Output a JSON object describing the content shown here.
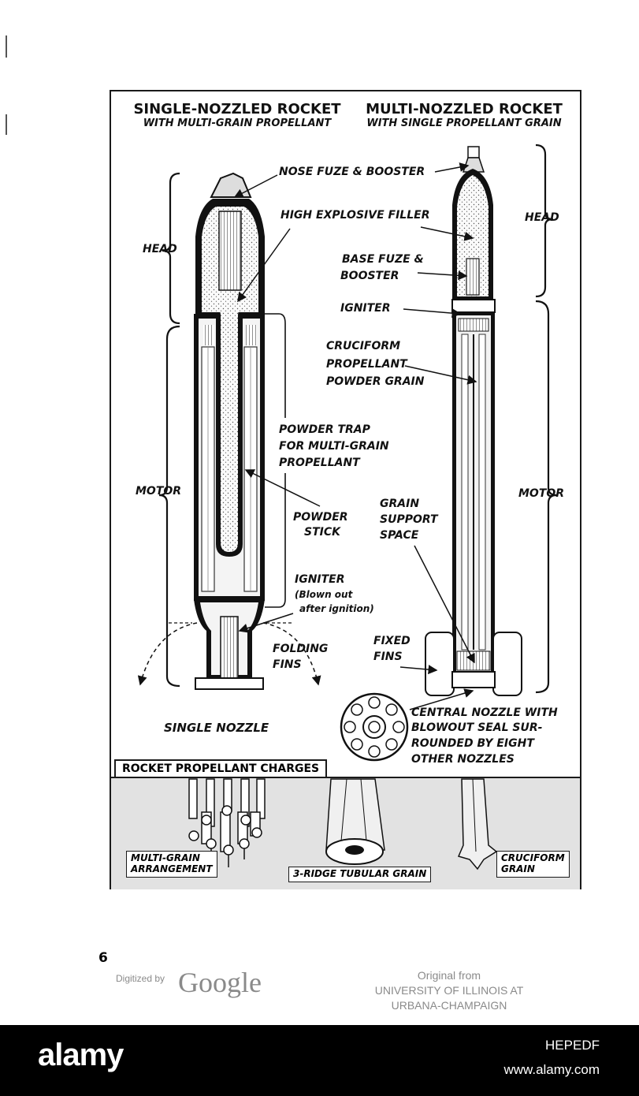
{
  "left_title": {
    "line1": "SINGLE-NOZZLED ROCKET",
    "line2": "WITH MULTI-GRAIN PROPELLANT"
  },
  "right_title": {
    "line1": "MULTI-NOZZLED ROCKET",
    "line2": "WITH SINGLE PROPELLANT GRAIN"
  },
  "labels": {
    "nose_fuze": "NOSE FUZE & BOOSTER",
    "he_filler": "HIGH EXPLOSIVE FILLER",
    "head_left": "HEAD",
    "head_right": "HEAD",
    "base_fuze_1": "BASE FUZE &",
    "base_fuze_2": "BOOSTER",
    "igniter_right": "IGNITER",
    "cruciform_1": "CRUCIFORM",
    "cruciform_2": "PROPELLANT",
    "cruciform_3": "POWDER GRAIN",
    "powder_trap_1": "POWDER TRAP",
    "powder_trap_2": "FOR MULTI-GRAIN",
    "powder_trap_3": "PROPELLANT",
    "motor_left": "MOTOR",
    "motor_right": "MOTOR",
    "powder_stick_1": "POWDER",
    "powder_stick_2": "STICK",
    "grain_support_1": "GRAIN",
    "grain_support_2": "SUPPORT",
    "grain_support_3": "SPACE",
    "igniter_left": "IGNITER",
    "igniter_left_note_1": "(Blown out",
    "igniter_left_note_2": "after ignition)",
    "fixed_fins_1": "FIXED",
    "fixed_fins_2": "FINS",
    "folding_fins_1": "FOLDING",
    "folding_fins_2": "FINS",
    "single_nozzle": "SINGLE NOZZLE",
    "central_nozzle_1": "CENTRAL NOZZLE WITH",
    "central_nozzle_2": "BLOWOUT SEAL SUR-",
    "central_nozzle_3": "ROUNDED BY EIGHT",
    "central_nozzle_4": "OTHER NOZZLES"
  },
  "charges": {
    "title": "ROCKET PROPELLANT CHARGES",
    "multi_grain_1": "MULTI-GRAIN",
    "multi_grain_2": "ARRANGEMENT",
    "tubular": "3-RIDGE TUBULAR GRAIN",
    "cruciform_1": "CRUCIFORM",
    "cruciform_2": "GRAIN"
  },
  "page_number": "6",
  "digitized_by": "Digitized by",
  "google": "Google",
  "original_from": [
    "Original from",
    "UNIVERSITY OF ILLINOIS AT",
    "URBANA-CHAMPAIGN"
  ],
  "stock": {
    "brand": "alamy",
    "image_id": "HEPEDF",
    "site": "www.alamy.com"
  }
}
